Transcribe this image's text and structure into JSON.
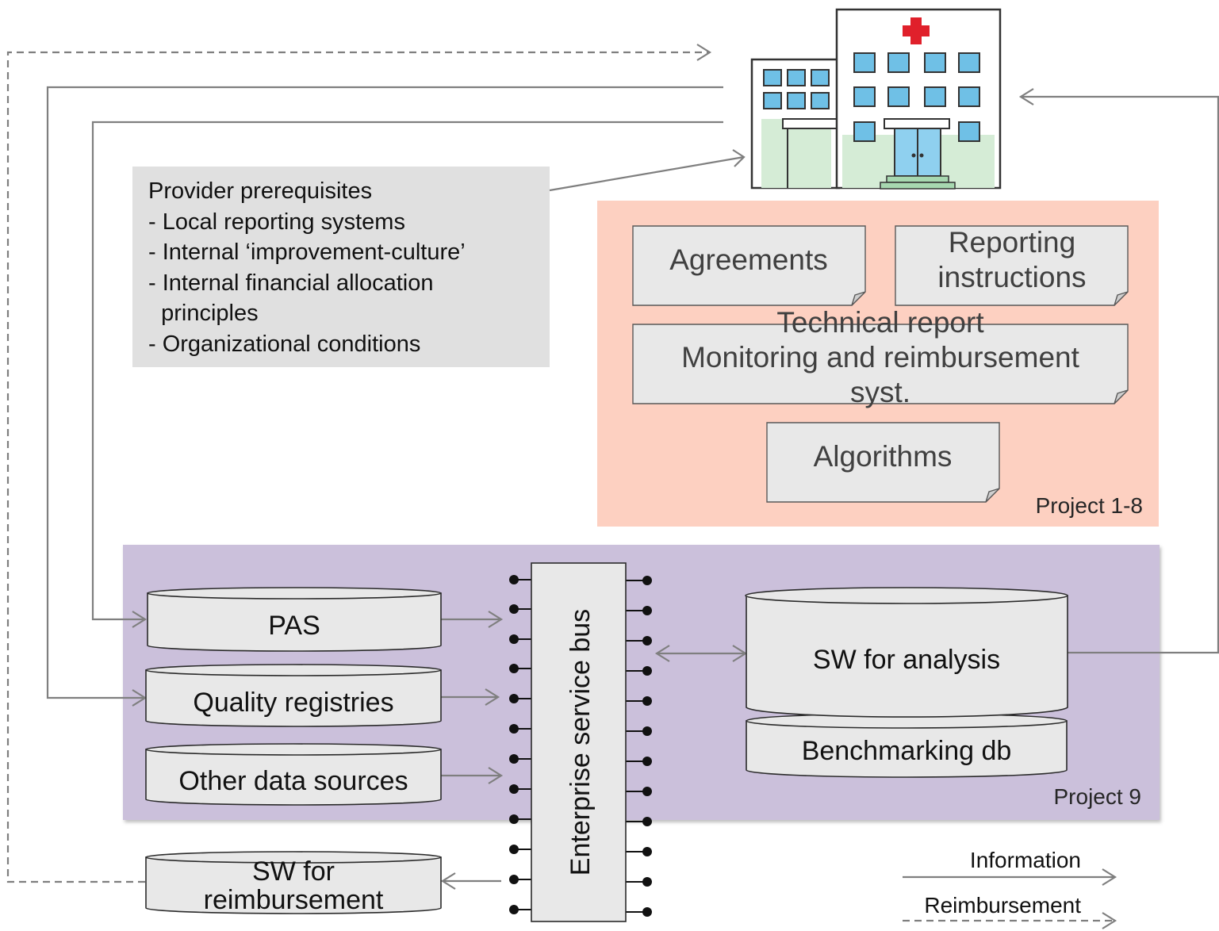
{
  "provider_box": {
    "lines": [
      "Provider prerequisites",
      "- Local reporting systems",
      "- Internal ‘improvement-culture’",
      "- Internal financial allocation",
      "  principles",
      "- Organizational conditions"
    ]
  },
  "project_1_8": {
    "label": "Project 1-8",
    "documents": {
      "agreements": [
        "Agreements"
      ],
      "reporting_instructions": [
        "Reporting",
        "instructions"
      ],
      "technical_report": [
        "Technical report",
        "Monitoring and reimbursement",
        "syst."
      ],
      "algorithms": [
        "Algorithms"
      ]
    }
  },
  "project_9": {
    "label": "Project 9",
    "sources": {
      "pas": "PAS",
      "quality_registries": "Quality registries",
      "other_data_sources": "Other data sources"
    },
    "bus_label": "Enterprise service bus",
    "analysis": "SW for analysis",
    "benchmarking": "Benchmarking db"
  },
  "reimbursement_sw": [
    "SW for",
    "reimbursement"
  ],
  "legend": {
    "information": "Information",
    "reimbursement": "Reimbursement"
  },
  "colors": {
    "project_1_8_bg": "#fdd0c1",
    "project_9_bg": "#cbc0db",
    "provider_box_bg": "#e0e0e0",
    "shape_fill": "#e8e8e8",
    "connector": "#7f7f7f"
  },
  "icons": {
    "hospital": "hospital-icon"
  }
}
